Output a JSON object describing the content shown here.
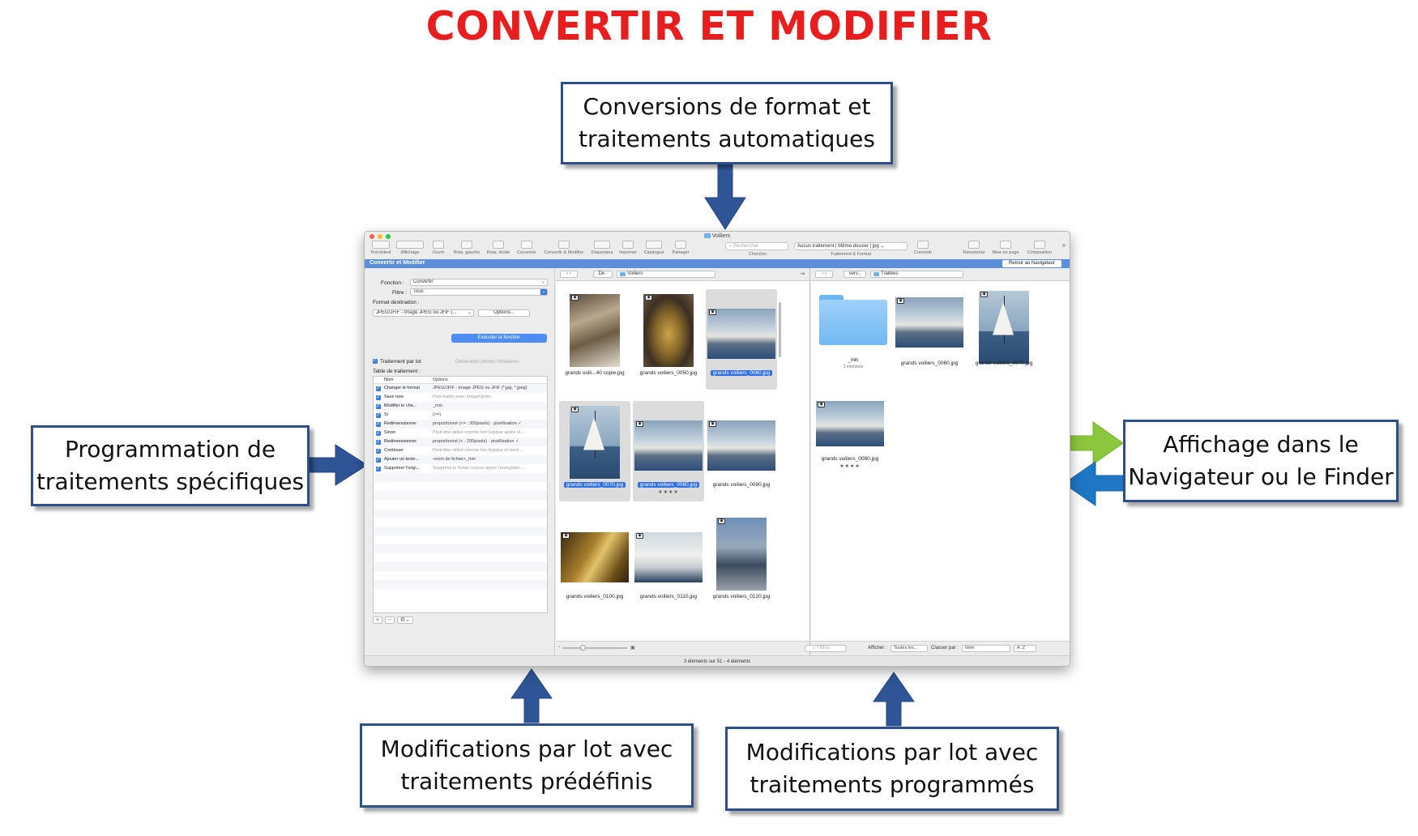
{
  "headline": "CONVERTIR ET MODIFIER",
  "callouts": {
    "top": [
      "Conversions de format et",
      "traitements automatiques"
    ],
    "left": [
      "Programmation de",
      "traitements spécifiques"
    ],
    "right": [
      "Affichage dans le",
      "Navigateur ou le Finder"
    ],
    "bottom_left": [
      "Modifications par lot avec",
      "traitements prédéfinis"
    ],
    "bottom_right": [
      "Modifications par lot avec",
      "traitements programmés"
    ]
  },
  "colors": {
    "headline": "#e81e1e",
    "callout_border": "#2f4f8a",
    "arrow_blue": "#2f5597",
    "arrow_green": "#8cc63f",
    "arrow_bright_blue": "#1f77c4"
  },
  "window": {
    "title": "Voiliers",
    "toolbar": {
      "items": [
        {
          "label": "Précédent",
          "icon": "back-forward-icon"
        },
        {
          "label": "Affichage",
          "icon": "view-mode-icon"
        },
        {
          "label": "Ouvrir",
          "icon": "open-icon"
        },
        {
          "label": "Rota. gauche",
          "icon": "rotate-left-icon"
        },
        {
          "label": "Rota. droite",
          "icon": "rotate-right-icon"
        },
        {
          "label": "Cocooner",
          "icon": "cocoon-icon"
        },
        {
          "label": "Convertir & Modifier",
          "icon": "convert-icon"
        },
        {
          "label": "Diaporama",
          "icon": "slideshow-icon"
        },
        {
          "label": "Imprimer",
          "icon": "print-icon"
        },
        {
          "label": "Catalogue",
          "icon": "catalog-icon"
        },
        {
          "label": "Partager",
          "icon": "share-icon"
        },
        {
          "label": "Chercher",
          "icon": "search-icon"
        },
        {
          "label": "Traitement & Format",
          "icon": "format-icon"
        },
        {
          "label": "Convertir",
          "icon": "convert-run-icon"
        },
        {
          "label": "Renommer",
          "icon": "rename-icon"
        },
        {
          "label": "Mise en page",
          "icon": "layout-icon"
        },
        {
          "label": "Composition",
          "icon": "composition-icon"
        }
      ],
      "search_placeholder": "Rechercher",
      "traitement_select": "Aucun traitement | Même dossier | jpg"
    },
    "bar_title": "Convertir et Modifier",
    "bar_button": "Retour au Navigateur",
    "left": {
      "fonction_label": "Fonction :",
      "fonction_value": "Convertir",
      "filtre_label": "Filtre :",
      "filtre_value": "Tous",
      "format_label": "Format destination :",
      "format_value": "JPEG/JFIF - Image JPEG ou JFIF (...",
      "options_button": "Options...",
      "execute_button": "Exécuter la fonction",
      "batch_label": "Traitement par lot",
      "thumbs_label": "Génération photos miniatures",
      "table_label": "Table de traitement :",
      "table_headers": [
        "Nom",
        "Options"
      ],
      "table_rows": [
        {
          "name": "Changer le format",
          "option": "JPEG/JFIF - Image JPEG ou JFIF (*.jpg, *.jpeg)",
          "gray": false
        },
        {
          "name": "Save now",
          "option": "Post-traiter avec ImageOptim",
          "gray": true
        },
        {
          "name": "Modifier le che...",
          "option": "_min",
          "gray": false
        },
        {
          "name": "Si",
          "option": "(>=)",
          "gray": false
        },
        {
          "name": "Redimensionner",
          "option": "proportionné (<= : 200pixels) · pixellisation ✓",
          "gray": false
        },
        {
          "name": "Sinon",
          "option": "Peut être utilisé comme lien logique après ul...",
          "gray": true
        },
        {
          "name": "Redimensionner",
          "option": "proportionné (< : 200pixels) · pixellisation ✓",
          "gray": false
        },
        {
          "name": "Continuer",
          "option": "Peut être utilisé comme lien logique et vient...",
          "gray": true
        },
        {
          "name": "Ajouter un texte...",
          "option": "<nom de fichier>_min",
          "gray": false
        },
        {
          "name": "Supprimer l'origi...",
          "option": "Supprime le fichier source après l'enregistre...",
          "gray": true
        }
      ]
    },
    "middle": {
      "de_label": "De :",
      "folder": "Voiliers",
      "items": [
        {
          "caption": "grands voili...40 copie.jpg",
          "selected": false,
          "stars": ""
        },
        {
          "caption": "grands voiliers_0050.jpg",
          "selected": false,
          "stars": ""
        },
        {
          "caption": "grands voiliers_0060.jpg",
          "selected": true,
          "stars": ""
        },
        {
          "caption": "grands voiliers_0070.jpg",
          "selected": true,
          "stars": ""
        },
        {
          "caption": "grands voiliers_0080.jpg",
          "selected": true,
          "stars": "★★★★"
        },
        {
          "caption": "grands voiliers_0090.jpg",
          "selected": false,
          "stars": ""
        },
        {
          "caption": "grands voiliers_0100.jpg",
          "selected": false,
          "stars": ""
        },
        {
          "caption": "grands voiliers_0110.jpg",
          "selected": false,
          "stars": ""
        },
        {
          "caption": "grands voiliers_0120.jpg",
          "selected": false,
          "stars": ""
        }
      ],
      "filter_placeholder": "Filtres",
      "afficher_label": "Afficher :",
      "afficher_value": "Toutes les...",
      "classer_label": "Classer par :",
      "classer_value": "Nom",
      "order_value": "A..Z"
    },
    "right": {
      "vers_label": "vers :",
      "folder": "Traitées",
      "folder_item": {
        "caption": "_min",
        "sub": "3 éléments"
      },
      "items": [
        {
          "caption": "grands voiliers_0060.jpg",
          "stars": ""
        },
        {
          "caption": "grands voiliers_0070.jpg",
          "stars": ""
        },
        {
          "caption": "grands voiliers_0080.jpg",
          "stars": "★★★★"
        }
      ]
    },
    "status": "3 éléments sur 51 - 4 éléments"
  }
}
